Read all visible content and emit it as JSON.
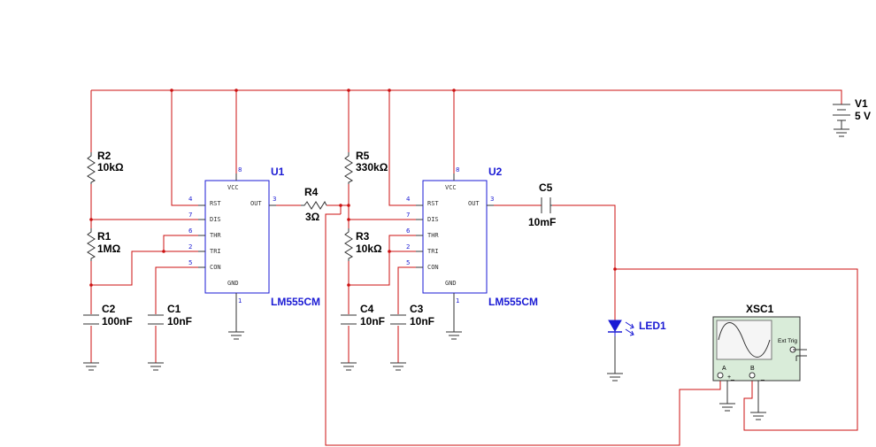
{
  "colors": {
    "wire": "#cc1111",
    "ic": "#1a1ad4",
    "component": "#333333",
    "led": "#1a1ad4"
  },
  "icons": {
    "ground": "ground-icon",
    "battery": "battery-icon",
    "led": "led-icon",
    "scope": "oscilloscope-icon"
  },
  "u1": {
    "ref": "U1",
    "part": "LM555CM",
    "pins": {
      "vcc": "VCC",
      "rst": "RST",
      "out": "OUT",
      "dis": "DIS",
      "thr": "THR",
      "tri": "TRI",
      "con": "CON",
      "gnd": "GND"
    },
    "nums": {
      "p8": "8",
      "p4": "4",
      "p3": "3",
      "p7": "7",
      "p6": "6",
      "p2": "2",
      "p5": "5",
      "p1": "1"
    }
  },
  "u2": {
    "ref": "U2",
    "part": "LM555CM",
    "pins": {
      "vcc": "VCC",
      "rst": "RST",
      "out": "OUT",
      "dis": "DIS",
      "thr": "THR",
      "tri": "TRI",
      "con": "CON",
      "gnd": "GND"
    },
    "nums": {
      "p8": "8",
      "p4": "4",
      "p3": "3",
      "p7": "7",
      "p6": "6",
      "p2": "2",
      "p5": "5",
      "p1": "1"
    }
  },
  "components": {
    "r2": {
      "ref": "R2",
      "value": "10kΩ"
    },
    "r1": {
      "ref": "R1",
      "value": "1MΩ"
    },
    "c2": {
      "ref": "C2",
      "value": "100nF"
    },
    "c1": {
      "ref": "C1",
      "value": "10nF"
    },
    "r4": {
      "ref": "R4",
      "value": "3Ω"
    },
    "r5": {
      "ref": "R5",
      "value": "330kΩ"
    },
    "r3": {
      "ref": "R3",
      "value": "10kΩ"
    },
    "c4": {
      "ref": "C4",
      "value": "10nF"
    },
    "c3": {
      "ref": "C3",
      "value": "10nF"
    },
    "c5": {
      "ref": "C5",
      "value": "10mF"
    },
    "v1": {
      "ref": "V1",
      "value": "5 V"
    },
    "led1": {
      "ref": "LED1"
    }
  },
  "scope": {
    "ref": "XSC1",
    "ch_a": "A",
    "ch_b": "B",
    "ext_trig": "Ext Trig",
    "plus": "+",
    "minus": "_"
  }
}
